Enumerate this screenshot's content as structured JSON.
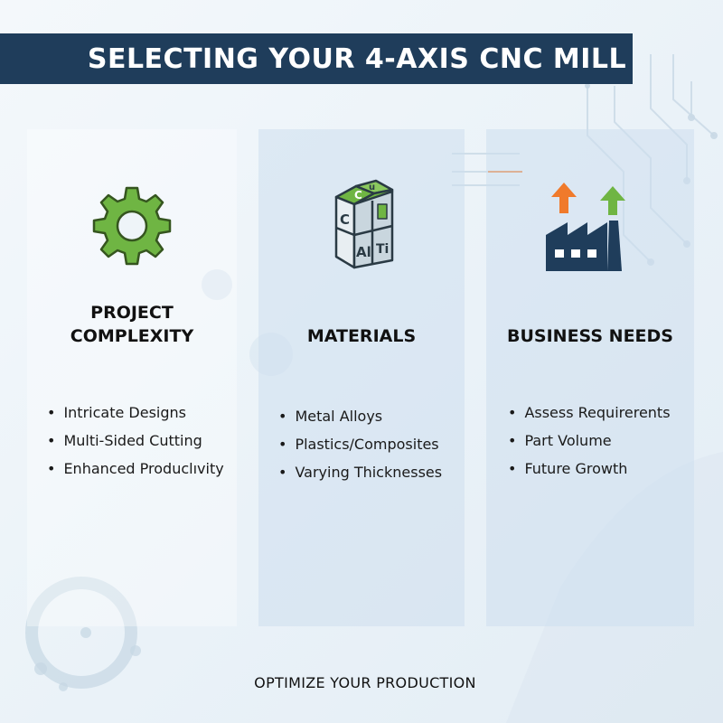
{
  "title": "SELECTING YOUR 4-AXIS CNC MILL",
  "columns": [
    {
      "heading_line1": "PROJECT",
      "heading_line2": "COMPLEXITY",
      "icon": "gear-icon",
      "items": [
        "Intricate Designs",
        "Multi-Sided Cutting",
        "Enhanced Produclıvity"
      ]
    },
    {
      "heading": "MATERIALS",
      "icon": "material-cube-icon",
      "cube_labels": {
        "top": "C",
        "top_small": "u",
        "left": "C",
        "bottom_left": "Al",
        "bottom_right": "Ti"
      },
      "items": [
        "Metal Alloys",
        "Plastics/Composites",
        "Varying Thicknesses"
      ]
    },
    {
      "heading": "BUSINESS NEEDS",
      "icon": "factory-growth-icon",
      "items": [
        "Assess Requirerents",
        "Part Volume",
        "Future Growth"
      ]
    }
  ],
  "footer": "OPTIMIZE YOUR PRODUCTION",
  "colors": {
    "title_bar": "#1f3d5b",
    "accent_green": "#6fb543",
    "accent_orange": "#f07a2b",
    "factory": "#1f3d5b"
  }
}
